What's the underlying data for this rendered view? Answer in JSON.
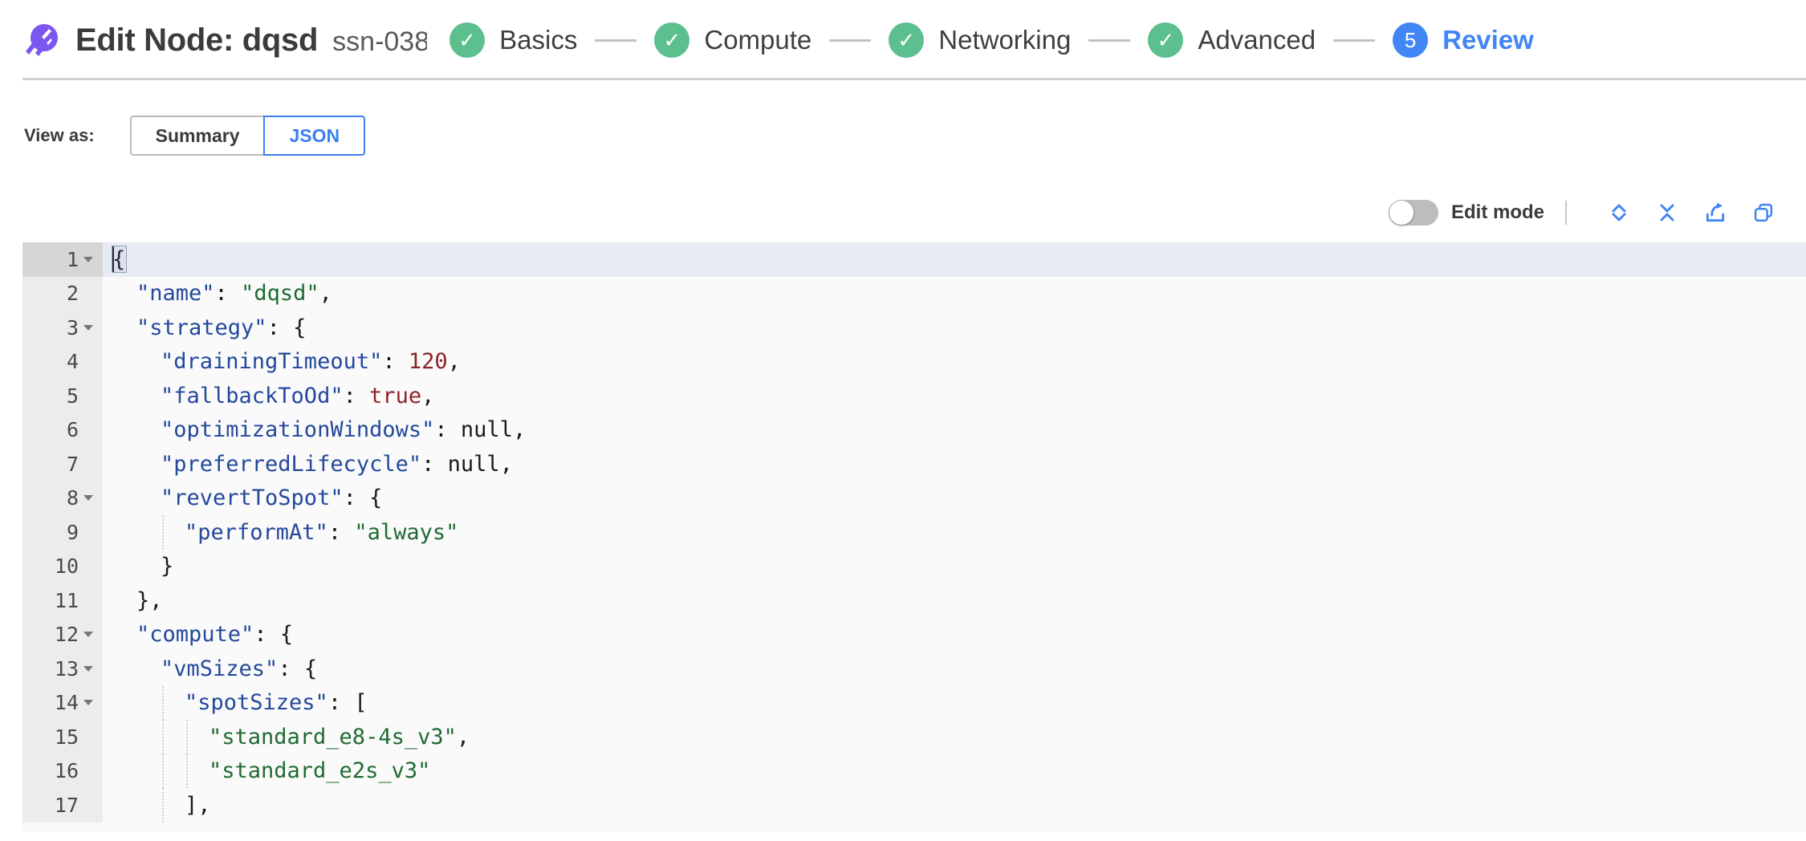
{
  "header": {
    "logo_name": "spot-logo-icon",
    "title": "Edit Node: dqsd",
    "subtitle": "ssn-038",
    "brand_purple": "#7b56f0"
  },
  "stepper": {
    "done_color": "#5cbf8e",
    "current_color": "#4285f4",
    "check_glyph": "✓",
    "steps": [
      {
        "label": "Basics",
        "state": "done",
        "badge": "✓"
      },
      {
        "label": "Compute",
        "state": "done",
        "badge": "✓"
      },
      {
        "label": "Networking",
        "state": "done",
        "badge": "✓"
      },
      {
        "label": "Advanced",
        "state": "done",
        "badge": "✓"
      },
      {
        "label": "Review",
        "state": "current",
        "badge": "5"
      }
    ]
  },
  "view_as": {
    "label": "View as:",
    "options": [
      "Summary",
      "JSON"
    ],
    "selected": "JSON"
  },
  "editor_toolbar": {
    "edit_mode_label": "Edit mode",
    "edit_mode_enabled": false,
    "icon_color": "#4285f4",
    "icons": [
      {
        "name": "expand-all-icon",
        "title": "Expand all"
      },
      {
        "name": "collapse-all-icon",
        "title": "Collapse all"
      },
      {
        "name": "export-icon",
        "title": "Export"
      },
      {
        "name": "copy-icon",
        "title": "Copy"
      }
    ]
  },
  "code_editor": {
    "language": "json",
    "active_line": 1,
    "colors": {
      "key": "#24489c",
      "string": "#1f6b33",
      "number": "#8c2328",
      "boolean": "#8c2328",
      "null": "#1a1a1a",
      "gutter_bg": "#ececec",
      "active_gutter_bg": "#d6d6d6",
      "active_line_bg": "#e7ebf4",
      "editor_bg": "#fafafa"
    },
    "lines": [
      {
        "n": "1",
        "fold": true,
        "indent": 0,
        "text": "{"
      },
      {
        "n": "2",
        "fold": false,
        "indent": 1,
        "text": "\"name\": \"dqsd\","
      },
      {
        "n": "3",
        "fold": true,
        "indent": 1,
        "text": "\"strategy\": {"
      },
      {
        "n": "4",
        "fold": false,
        "indent": 2,
        "text": "\"drainingTimeout\": 120,"
      },
      {
        "n": "5",
        "fold": false,
        "indent": 2,
        "text": "\"fallbackToOd\": true,"
      },
      {
        "n": "6",
        "fold": false,
        "indent": 2,
        "text": "\"optimizationWindows\": null,"
      },
      {
        "n": "7",
        "fold": false,
        "indent": 2,
        "text": "\"preferredLifecycle\": null,"
      },
      {
        "n": "8",
        "fold": true,
        "indent": 2,
        "text": "\"revertToSpot\": {"
      },
      {
        "n": "9",
        "fold": false,
        "indent": 3,
        "text": "\"performAt\": \"always\""
      },
      {
        "n": "10",
        "fold": false,
        "indent": 2,
        "text": "}"
      },
      {
        "n": "11",
        "fold": false,
        "indent": 1,
        "text": "},"
      },
      {
        "n": "12",
        "fold": true,
        "indent": 1,
        "text": "\"compute\": {"
      },
      {
        "n": "13",
        "fold": true,
        "indent": 2,
        "text": "\"vmSizes\": {"
      },
      {
        "n": "14",
        "fold": true,
        "indent": 3,
        "text": "\"spotSizes\": ["
      },
      {
        "n": "15",
        "fold": false,
        "indent": 4,
        "text": "\"standard_e8-4s_v3\","
      },
      {
        "n": "16",
        "fold": false,
        "indent": 4,
        "text": "\"standard_e2s_v3\""
      },
      {
        "n": "17",
        "fold": false,
        "indent": 3,
        "text": "],"
      }
    ]
  }
}
